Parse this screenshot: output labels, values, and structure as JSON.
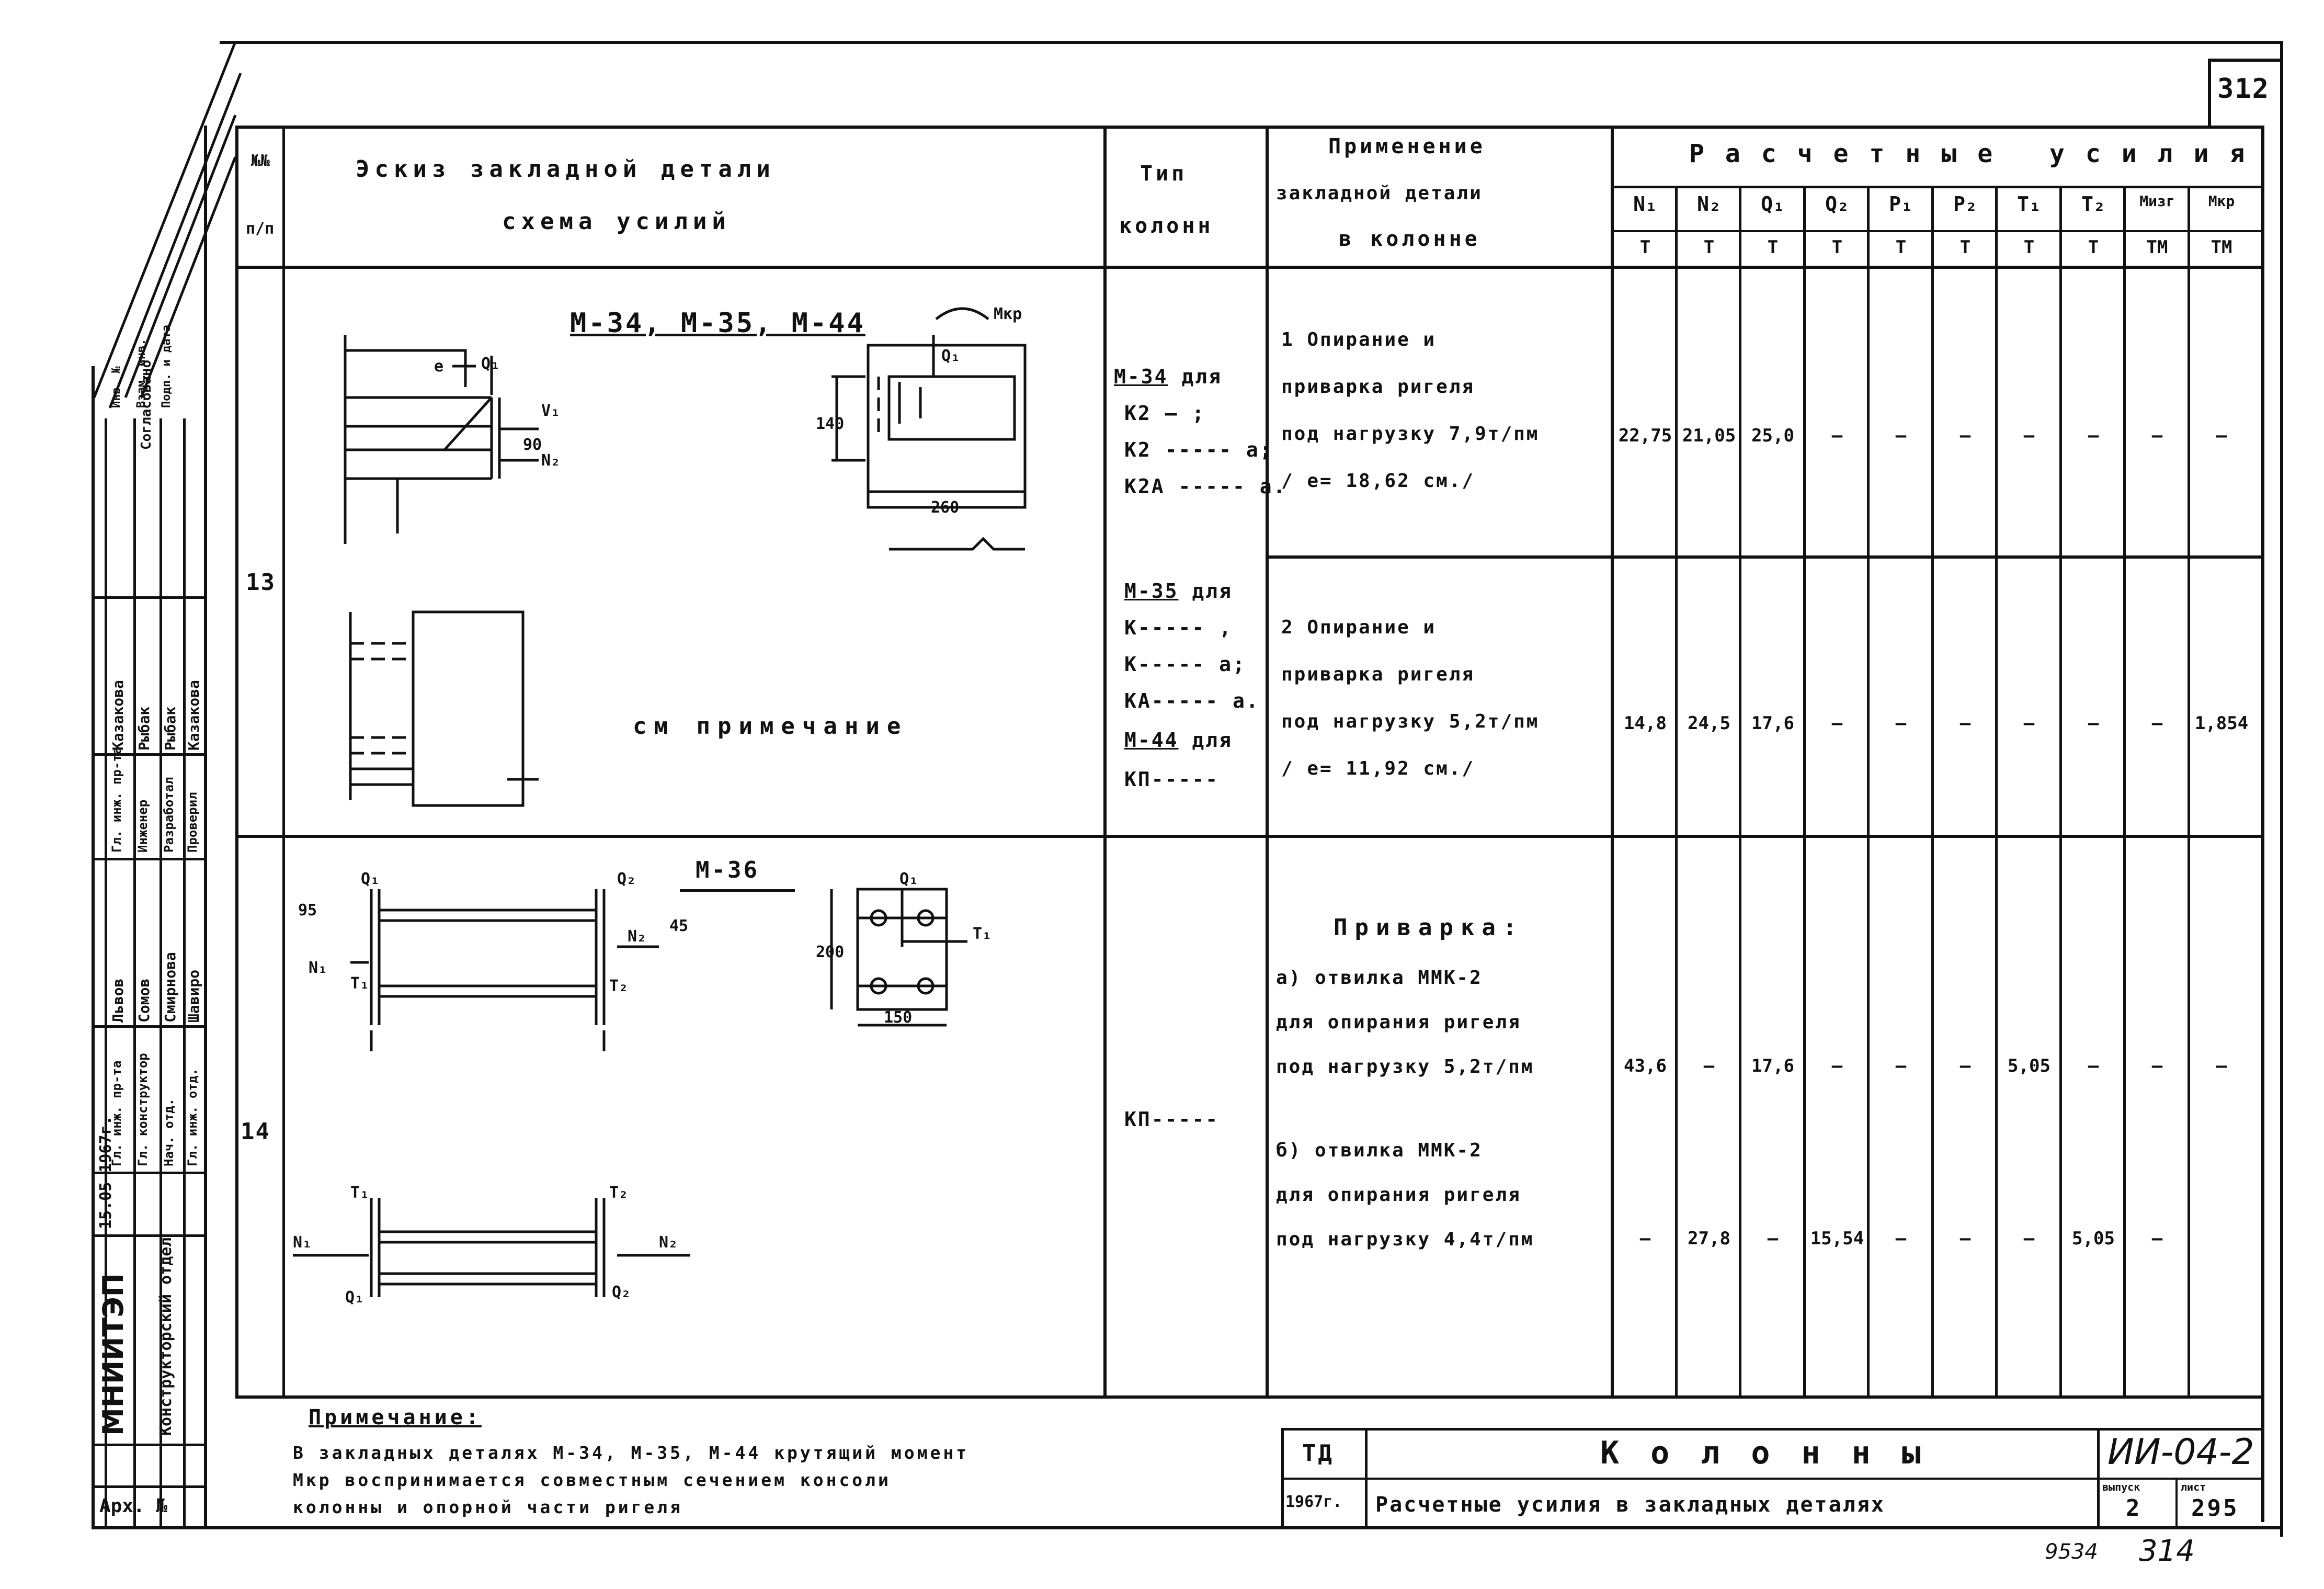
{
  "sheet_number": "312",
  "header": {
    "sketch_line1": "Эскиз закладной детали",
    "sketch_line2": "схема усилий",
    "type_line1": "Тип",
    "type_line2": "колонн",
    "application_line1": "Применение",
    "application_line2": "закладной детали",
    "application_line3": "в колонне",
    "forces_title": "Расчетные усилия",
    "np_label": "п/п",
    "nn_label": "№№",
    "force_cols": [
      {
        "name": "N₁",
        "unit": "Т"
      },
      {
        "name": "N₂",
        "unit": "Т"
      },
      {
        "name": "Q₁",
        "unit": "Т"
      },
      {
        "name": "Q₂",
        "unit": "Т"
      },
      {
        "name": "P₁",
        "unit": "Т"
      },
      {
        "name": "P₂",
        "unit": "Т"
      },
      {
        "name": "T₁",
        "unit": "Т"
      },
      {
        "name": "T₂",
        "unit": "Т"
      },
      {
        "name": "Mизг",
        "unit": "ТМ"
      },
      {
        "name": "Mкр",
        "unit": "ТМ"
      }
    ]
  },
  "row13": {
    "num": "13",
    "details_title": "М-34, М-35, М-44",
    "note_ref": "см примечание",
    "mkr_label": "Мкр",
    "dims": {
      "d90": "90",
      "d140": "140",
      "d260": "260",
      "e": "e",
      "q1": "Q₁",
      "v1": "V₁",
      "n2": "N₂"
    },
    "types_a": {
      "mark": "М-34",
      "rest": "для",
      "l1": "К2 — ;",
      "l2": "К2 ----- а;",
      "l3": "К2А ----- а."
    },
    "types_b": {
      "mark": "М-35",
      "rest": "для",
      "l1": "К----- ,",
      "l2": "К----- а;",
      "l3": "КА----- а."
    },
    "types_c": {
      "mark": "М-44",
      "rest": "для",
      "l1": "КП-----"
    },
    "app_a": [
      "1 Опирание и",
      "приварка ригеля",
      "под нагрузку 7,9т/пм",
      "/ e= 18,62 см./"
    ],
    "app_b": [
      "2 Опирание и",
      "приварка ригеля",
      "под нагрузку 5,2т/пм",
      "/ e= 11,92 см./"
    ],
    "values_a": [
      "22,75",
      "21,05",
      "25,0",
      "—",
      "—",
      "—",
      "—",
      "—",
      "—",
      "—"
    ],
    "values_b": [
      "14,8",
      "24,5",
      "17,6",
      "—",
      "—",
      "—",
      "—",
      "—",
      "—",
      "1,854"
    ]
  },
  "row14": {
    "num": "14",
    "detail_title": "М-36",
    "dims": {
      "d200": "200",
      "d150": "150",
      "d95": "95",
      "d45": "45"
    },
    "labels": {
      "q1": "Q₁",
      "q2": "Q₂",
      "n1": "N₁",
      "n2": "N₂",
      "t1": "T₁",
      "t2": "T₂"
    },
    "type": "КП-----",
    "app": [
      "Приварка:",
      "а) отвилка ММК-2",
      "для опирания ригеля",
      "под нагрузку 5,2т/пм",
      "б) отвилка ММК-2",
      "для опирания ригеля",
      "под нагрузку 4,4т/пм"
    ],
    "values_a": [
      "43,6",
      "—",
      "17,6",
      "—",
      "—",
      "—",
      "5,05",
      "—",
      "—",
      "—"
    ],
    "values_b": [
      "—",
      "27,8",
      "—",
      "15,54",
      "—",
      "—",
      "—",
      "5,05",
      "—",
      ""
    ]
  },
  "note": {
    "title": "Примечание:",
    "line1": "В закладных деталях М-34, М-35, М-44 крутящий момент",
    "line2": "Мкр воспринимается совместным сечением консоли",
    "line3": "колонны и опорной части ригеля"
  },
  "title_block": {
    "td": "ТД",
    "year": "1967г.",
    "name": "Колонны",
    "subtitle": "Расчетные усилия в закладных деталях",
    "series": "ИИ-04-2",
    "issue_label": "выпуск",
    "issue": "2",
    "sheet_label": "лист",
    "sheet": "295"
  },
  "stamp": {
    "org": "МНИИТЭП",
    "dept": "Конструкторский отдел",
    "date": "15.05 1967г.",
    "roles": [
      "Гл. инж. пр-та",
      "Гл. конструктор",
      "Нач. отд.",
      "Гл. инж. отд.",
      "Гл. инж. пр-та",
      "Инженер",
      "Разработал",
      "Проверил"
    ],
    "names": [
      "Львов",
      "Сомов",
      "Смирнова",
      "Шавиро",
      "Казакова",
      "Рыбак",
      "Рыбак",
      "Казакова"
    ],
    "agreed": "Согласовано",
    "inv_labels": [
      "Инв. №",
      "Взам. инв.",
      "Подп. и дата"
    ],
    "arch": "Арх. №"
  },
  "footer": {
    "code1": "9534",
    "code2": "314"
  }
}
